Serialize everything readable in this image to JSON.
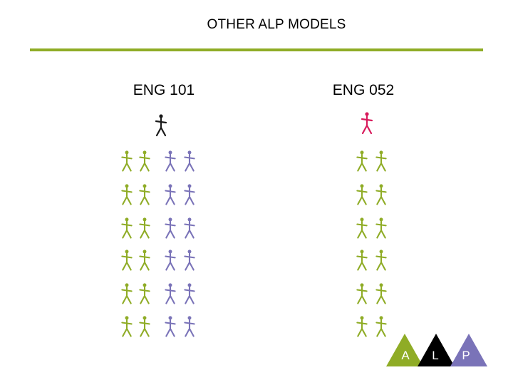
{
  "slide": {
    "title": "OTHER ALP MODELS",
    "rule_color": "#8fac26"
  },
  "models": [
    {
      "label": "ENG 101",
      "instructor_color": "#1a1a1a",
      "groups": [
        {
          "color": "#8fac26",
          "columns": 2,
          "rows": 6
        },
        {
          "color": "#7a73b8",
          "columns": 2,
          "rows": 6
        }
      ]
    },
    {
      "label": "ENG 052",
      "instructor_color": "#d81b5c",
      "groups": [
        {
          "color": "#8fac26",
          "columns": 2,
          "rows": 6
        }
      ]
    }
  ],
  "icons": {
    "figure": "stick-figure-icon"
  },
  "logo": {
    "letters": [
      "A",
      "L",
      "P"
    ],
    "colors": [
      "#8fac26",
      "#000000",
      "#7a73b8"
    ]
  }
}
